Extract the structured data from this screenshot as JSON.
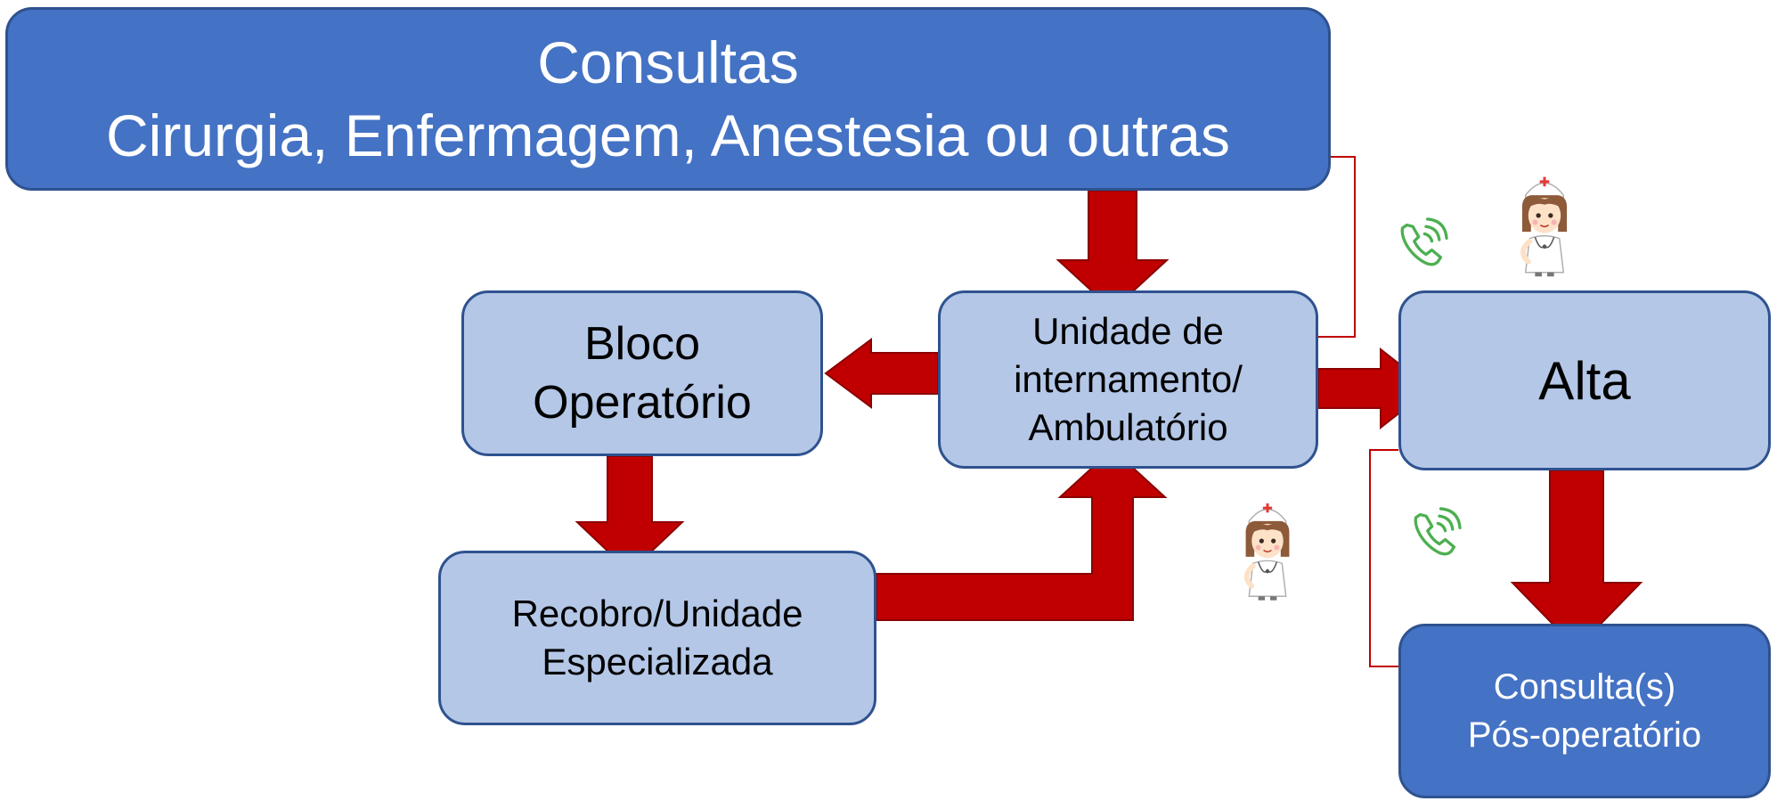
{
  "colors": {
    "primary_box": "#4472c4",
    "secondary_box": "#b4c7e7",
    "border": "#2f528f",
    "arrow": "#c00000",
    "arrow_border": "#8b0000",
    "bracket": "#c00000",
    "phone": "#4caf50"
  },
  "boxes": {
    "consultas": {
      "line1": "Consultas",
      "line2": "Cirurgia, Enfermagem, Anestesia ou outras"
    },
    "bloco": {
      "line1": "Bloco",
      "line2": "Operatório"
    },
    "unidade": {
      "line1": "Unidade de",
      "line2": "internamento/",
      "line3": "Ambulatório"
    },
    "recobro": {
      "line1": "Recobro/Unidade",
      "line2": "Especializada"
    },
    "alta": {
      "label": "Alta"
    },
    "pos_operatorio": {
      "line1": "Consulta(s)",
      "line2": "Pós-operatório"
    }
  },
  "icons": [
    "phone-icon",
    "phone-icon",
    "nurse-icon",
    "nurse-icon"
  ],
  "connectors": [
    {
      "from": "consultas",
      "to": "unidade",
      "type": "arrow"
    },
    {
      "from": "unidade",
      "to": "bloco",
      "type": "arrow"
    },
    {
      "from": "bloco",
      "to": "recobro",
      "type": "arrow"
    },
    {
      "from": "recobro",
      "to": "unidade",
      "type": "arrow"
    },
    {
      "from": "unidade",
      "to": "alta",
      "type": "arrow"
    },
    {
      "from": "alta",
      "to": "pos_operatorio",
      "type": "arrow"
    },
    {
      "from": "consultas",
      "to": "unidade",
      "type": "bracket"
    },
    {
      "from": "alta",
      "to": "pos_operatorio",
      "type": "bracket"
    }
  ]
}
